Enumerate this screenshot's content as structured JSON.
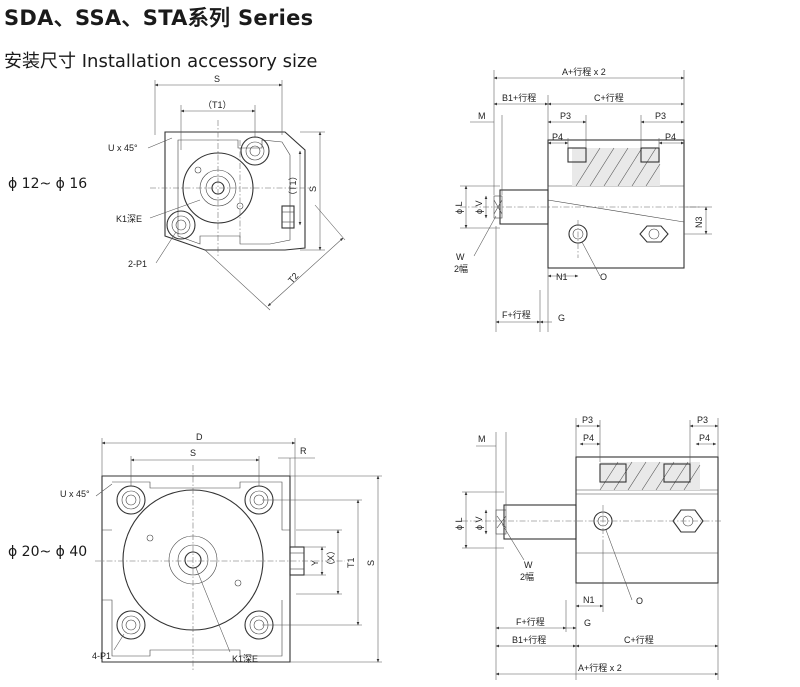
{
  "header": {
    "title": "SDA、SSA、STA系列 Series",
    "subtitle": "安装尺寸 Installation accessory size"
  },
  "ranges": {
    "small": "ϕ 12~ ϕ 16",
    "large": "ϕ 20~ ϕ 40"
  },
  "labels_small_front": {
    "s": "S",
    "t1": "（T1）",
    "u45": "U x 45°",
    "k1e": "K1深E",
    "p1": "2-P1",
    "t1v": "（T1）",
    "sv": "S",
    "t2": "T2"
  },
  "labels_small_side": {
    "a": "A+行程 x 2",
    "b1": "B1+行程",
    "c": "C+行程",
    "m": "M",
    "p3a": "P3",
    "p3b": "P3",
    "p4a": "P4",
    "p4b": "P4",
    "l": "ϕ L",
    "v": "ϕ V",
    "n3": "N3",
    "w": "W",
    "w2": "2幅",
    "n1": "N1",
    "o": "O",
    "f": "F+行程",
    "g": "G"
  },
  "labels_large_front": {
    "d": "D",
    "s": "S",
    "r": "R",
    "u45": "U x 45°",
    "p1": "4-P1",
    "k1e": "K1深E",
    "y": "Y",
    "x": "（X）",
    "t1": "T1",
    "sv": "S"
  },
  "labels_large_side": {
    "p3a": "P3",
    "p3b": "P3",
    "p4a": "P4",
    "p4b": "P4",
    "m": "M",
    "l": "ϕ L",
    "v": "ϕ V",
    "w": "W",
    "w2": "2幅",
    "n1": "N1",
    "o": "O",
    "g": "G",
    "f": "F+行程",
    "b1": "B1+行程",
    "c": "C+行程",
    "a": "A+行程 x 2"
  }
}
